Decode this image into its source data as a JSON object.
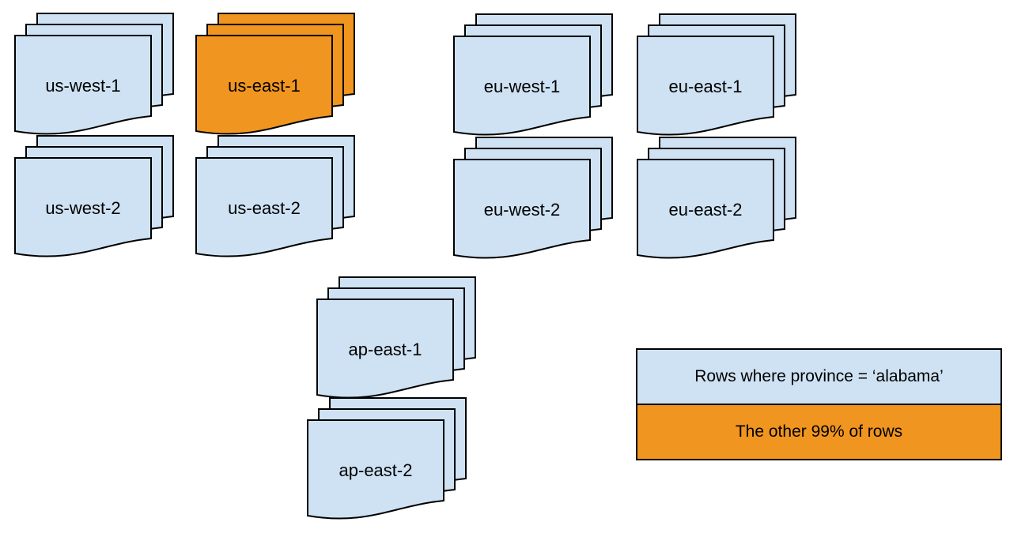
{
  "diagram": {
    "colors": {
      "background": "#ffffff",
      "page_fill": "#cfe2f3",
      "highlight_fill": "#f0951f",
      "stroke": "#000000"
    },
    "stacks": [
      {
        "label": "us-west-1",
        "highlighted": false
      },
      {
        "label": "us-east-1",
        "highlighted": true
      },
      {
        "label": "eu-west-1",
        "highlighted": false
      },
      {
        "label": "eu-east-1",
        "highlighted": false
      },
      {
        "label": "us-west-2",
        "highlighted": false
      },
      {
        "label": "us-east-2",
        "highlighted": false
      },
      {
        "label": "eu-west-2",
        "highlighted": false
      },
      {
        "label": "eu-east-2",
        "highlighted": false
      },
      {
        "label": "ap-east-1",
        "highlighted": false
      },
      {
        "label": "ap-east-2",
        "highlighted": false
      }
    ],
    "legend": {
      "items": [
        {
          "label": "Rows where province = ‘alabama’",
          "swatch": "page_fill"
        },
        {
          "label": "The other 99% of rows",
          "swatch": "highlight_fill"
        }
      ]
    }
  }
}
